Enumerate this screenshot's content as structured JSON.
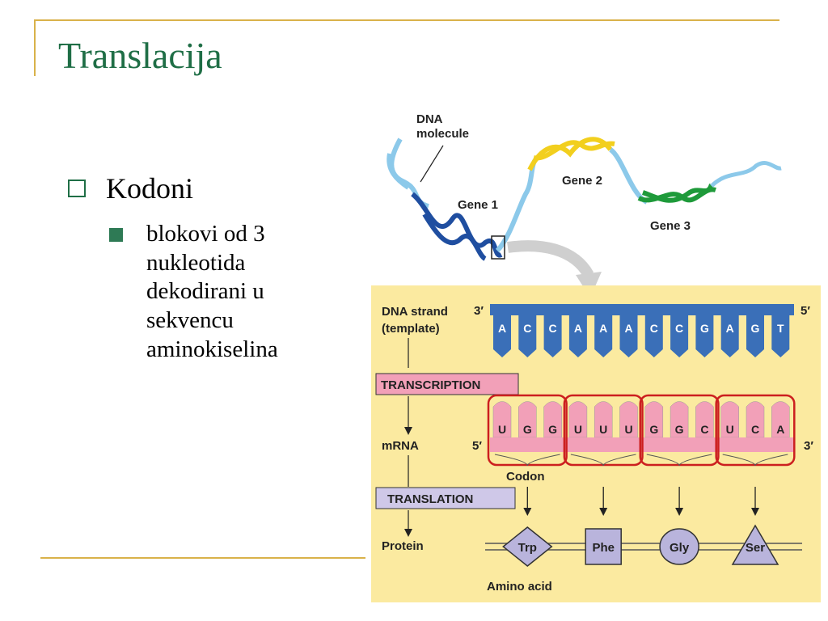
{
  "slide": {
    "title": "Translacija",
    "bullet_level1": "Kodoni",
    "bullet_level2_lines": [
      "blokovi od 3",
      "nukleotida",
      "dekodirani u",
      "sekvencu",
      "aminokiselina"
    ]
  },
  "diagram": {
    "dna_molecule_label": [
      "DNA",
      "molecule"
    ],
    "genes": [
      "Gene 1",
      "Gene 2",
      "Gene 3"
    ],
    "dna_strand_label": [
      "DNA strand",
      "(template)"
    ],
    "prime3": "3′",
    "prime5": "5′",
    "dna_bases": [
      "A",
      "C",
      "C",
      "A",
      "A",
      "A",
      "C",
      "C",
      "G",
      "A",
      "G",
      "T"
    ],
    "transcription_label": "TRANSCRIPTION",
    "mrna_label": "mRNA",
    "mrna_bases": [
      "U",
      "G",
      "G",
      "U",
      "U",
      "U",
      "G",
      "G",
      "C",
      "U",
      "C",
      "A"
    ],
    "codon_label": "Codon",
    "translation_label": "TRANSLATION",
    "protein_label": "Protein",
    "amino_acids": [
      "Trp",
      "Phe",
      "Gly",
      "Ser"
    ],
    "amino_acid_label": "Amino acid",
    "colors": {
      "panel": "#fbeaa0",
      "dna_strand": "#3a6fb8",
      "mrna": "#f2a0b8",
      "codon_box": "#cc1f1f",
      "amino_acid": "#b9b4dc",
      "transcription_box": "#f2a0b8",
      "translation_box": "#cfc8e8"
    }
  }
}
